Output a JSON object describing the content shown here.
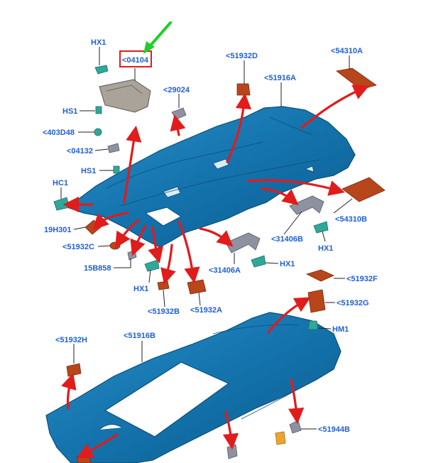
{
  "labels": {
    "hx1_top": "HX1",
    "p04104": "<04104",
    "p51932d": "<51932D",
    "p54310a": "<54310A",
    "p51916a": "<51916A",
    "p29024": "<29024",
    "hs1_a": "HS1",
    "p403d48": "<403D48",
    "p04132": "<04132",
    "hs1_b": "HS1",
    "hc1": "HC1",
    "p19h301": "19H301",
    "p51932c": "<51932C",
    "p15b858": "15B858",
    "hx1_bl": "HX1",
    "p51932b": "<51932B",
    "p51932a": "<51932A",
    "p31406a": "<31406A",
    "hx1_bm": "HX1",
    "p31406b": "<31406B",
    "p54310b": "<54310B",
    "hx1_r": "HX1",
    "p51932f": "<51932F",
    "p51932g": "<51932G",
    "hm1": "HM1",
    "p51932h": "<51932H",
    "p51916b": "<51916B",
    "p51944b": "<51944B"
  },
  "colors": {
    "headliner": "#1473ad",
    "highlight_box": "#e21b1b",
    "callout_arrow": "#1fcf2a",
    "label_text": "#1f5fd6"
  }
}
